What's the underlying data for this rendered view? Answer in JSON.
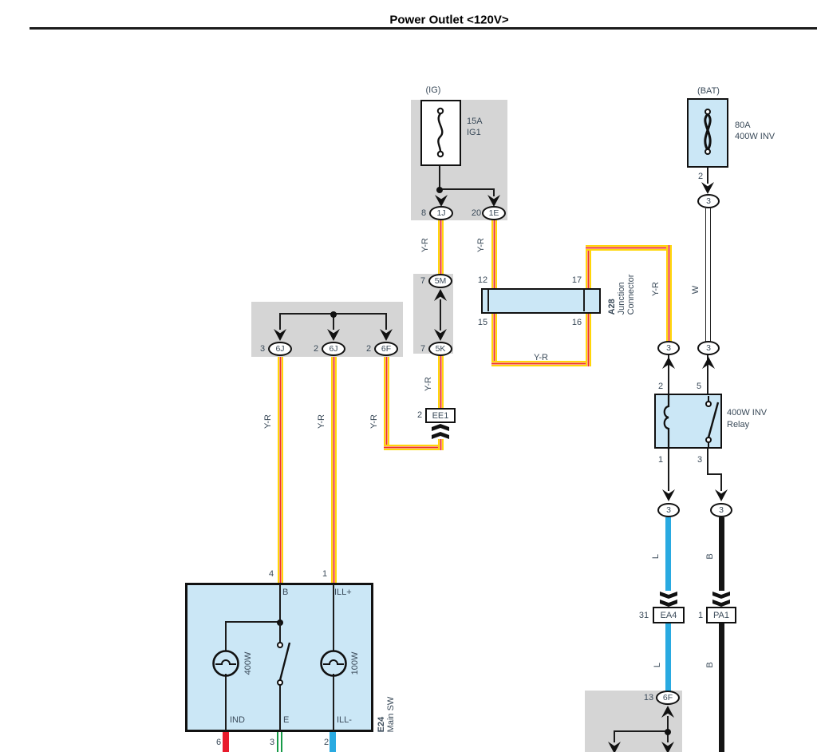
{
  "title": "Power Outlet <120V>",
  "colors": {
    "wire_yellow": "#ffd608",
    "wire_red_stripe": "#ef3125",
    "wire_blue": "#29aae1",
    "wire_black": "#151515",
    "wire_red": "#e81b2c",
    "wire_green": "#169a47",
    "panel_gray": "#d5d5d5",
    "component_blue": "#cbe7f6",
    "text": "#3a4a59"
  },
  "wire_labels": {
    "yr": "Y-R",
    "w": "W",
    "l": "L",
    "b": "B"
  },
  "ig": {
    "header": "(IG)",
    "rating": "15A",
    "name": "IG1",
    "left_pin": "8",
    "left_conn": "1J",
    "right_pin": "20",
    "right_conn": "1E"
  },
  "bat": {
    "header": "(BAT)",
    "rating": "80A",
    "name": "400W INV",
    "pin": "2"
  },
  "conn3": "3",
  "inline5": {
    "top_pin": "7",
    "top_conn": "5M",
    "bot_pin": "7",
    "bot_conn": "5K"
  },
  "a28": {
    "code": "A28",
    "name1": "Junction",
    "name2": "Connector",
    "pin_tl": "12",
    "pin_tr": "17",
    "pin_bl": "15",
    "pin_br": "16"
  },
  "relay": {
    "name1": "400W INV",
    "name2": "Relay",
    "pin_tl": "2",
    "pin_tr": "5",
    "pin_bl": "1",
    "pin_br": "3"
  },
  "ee1": {
    "pin": "2",
    "name": "EE1"
  },
  "ea4": {
    "pin": "31",
    "name": "EA4"
  },
  "pa1": {
    "pin": "1",
    "name": "PA1"
  },
  "row6": {
    "pin1": "3",
    "conn1": "6J",
    "pin2": "2",
    "conn2": "6J",
    "pin3": "2",
    "conn3": "6F"
  },
  "c6f": {
    "pin": "13",
    "name": "6F"
  },
  "e24": {
    "code": "E24",
    "name": "Main SW",
    "pin_t1": "4",
    "pin_t2": "1",
    "term_b": "B",
    "term_illp": "ILL+",
    "term_ind": "IND",
    "term_e": "E",
    "term_illm": "ILL-",
    "bulb_left": "400W",
    "bulb_right": "100W",
    "pin_b1": "6",
    "pin_b2": "3",
    "pin_b3": "2"
  }
}
